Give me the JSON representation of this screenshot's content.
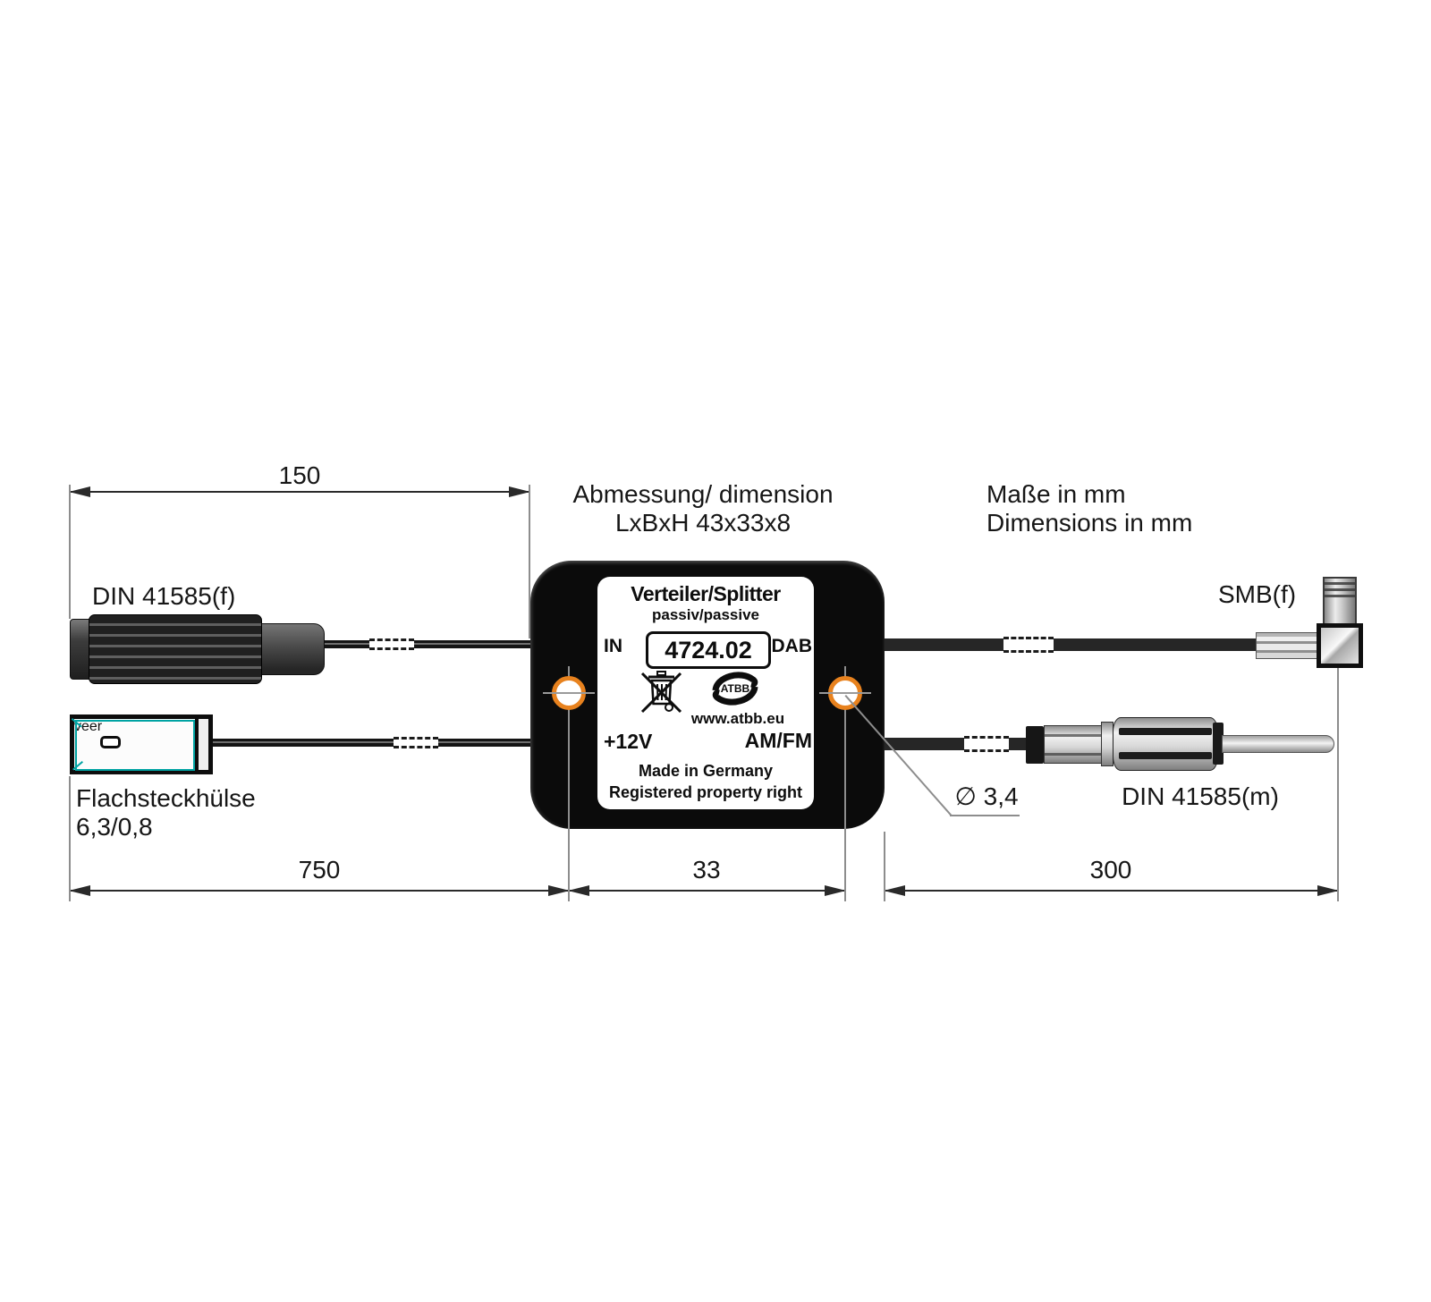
{
  "header": {
    "size_note_1": "Abmessung/ dimension",
    "size_note_2": "LxBxH 43x33x8",
    "unit_note_1": "Maße in mm",
    "unit_note_2": "Dimensions in mm"
  },
  "dims": {
    "cable_left": "150",
    "cable_bottom_left": "750",
    "hole_spacing": "33",
    "cable_right": "300",
    "hole_diameter": "∅ 3,4"
  },
  "connectors": {
    "din_female": "DIN 41585(f)",
    "flat_terminal_line1": "Flachsteckhülse",
    "flat_terminal_line2": "6,3/0,8",
    "smb_female": "SMB(f)",
    "din_male": "DIN 41585(m)"
  },
  "device": {
    "title": "Verteiler/Splitter",
    "subtitle": "passiv/passive",
    "port_in": "IN",
    "model": "4724.02",
    "port_dab": "DAB",
    "logo_text": "ATBB",
    "website": "www.atbb.eu",
    "port_power": "+12V",
    "port_amfm": "AM/FM",
    "made_in": "Made in Germany",
    "rights": "Registered property right"
  },
  "colors": {
    "hole_orange": "#E8821E",
    "terminal_teal": "#00A3A3"
  }
}
